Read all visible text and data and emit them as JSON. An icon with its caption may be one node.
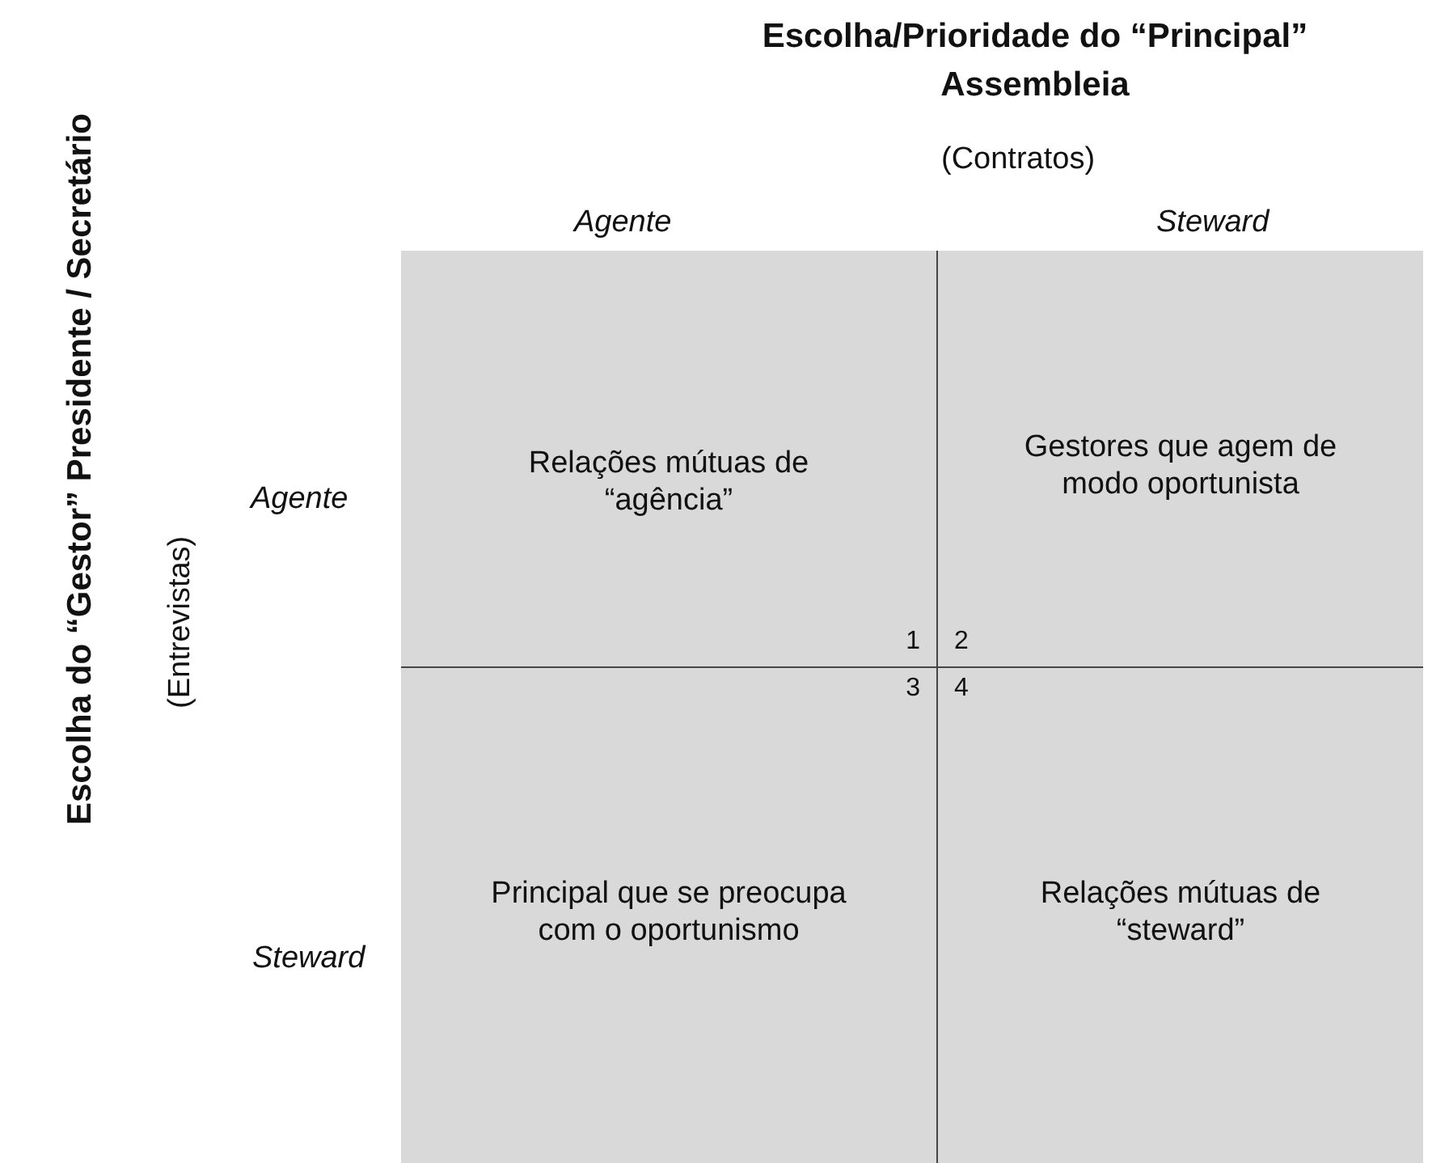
{
  "diagram": {
    "title": "Escolha/Prioridade do “Principal” Assembleia",
    "nodes": [
      {
        "text": [
          "Relações mútuas de “agência”",
          "1"
        ]
      },
      {
        "text": [
          "Gestores que agem de modo oportunista",
          "2"
        ]
      },
      {
        "text": [
          "Principal que se preocupa com o oportunismo",
          "3"
        ]
      },
      {
        "text": [
          "Relações mútuas de “steward”",
          "4"
        ]
      }
    ],
    "labels": [
      "(Contratos)",
      "Agente",
      "Steward",
      "Escolha do “Gestor” Presidente / Secretário",
      "(Entrevistas)",
      "Agente",
      "Steward"
    ]
  }
}
